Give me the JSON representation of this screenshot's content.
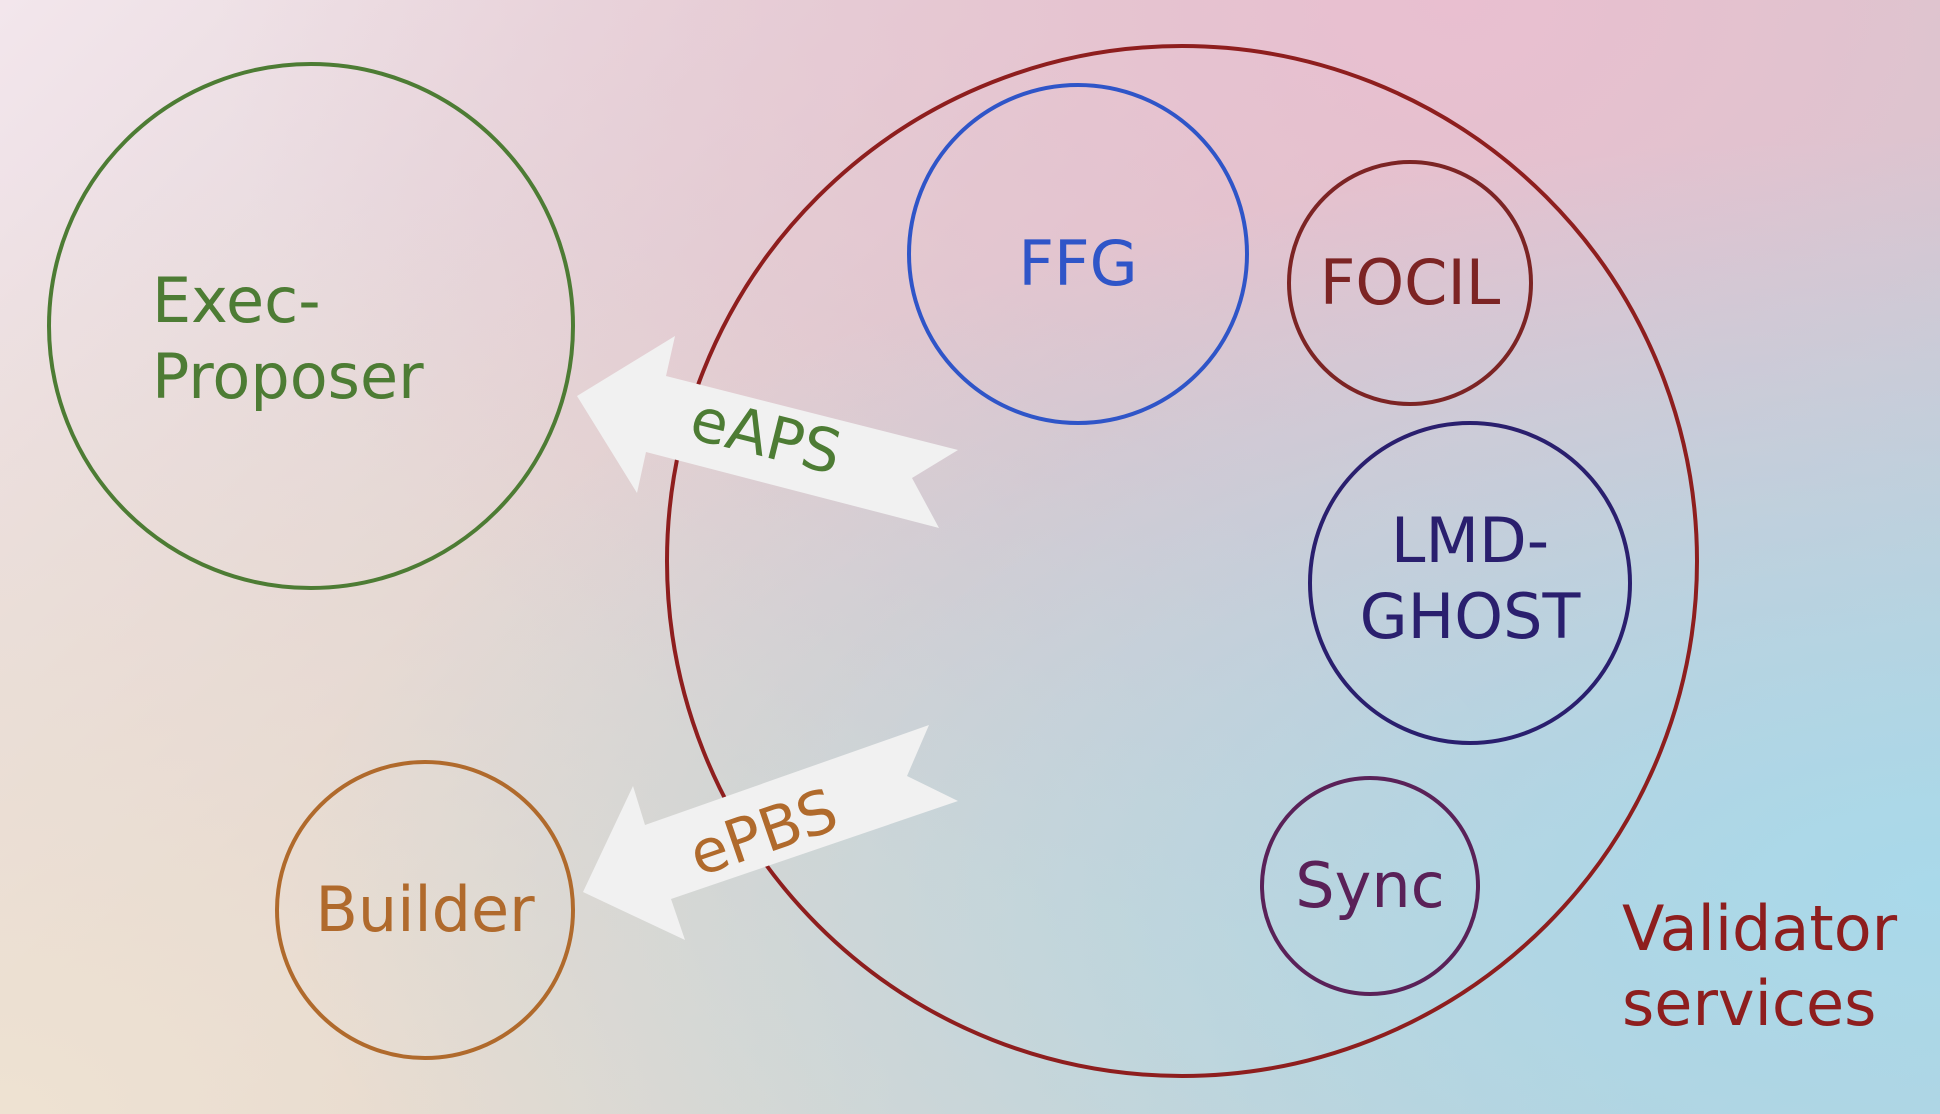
{
  "colors": {
    "bg_top_left": "#f3e6ec",
    "bg_top_right": "#e9bfd0",
    "bg_bottom_left": "#eee2d2",
    "bg_bottom_right": "#a9d9ea",
    "exec_proposer": "#4d7c34",
    "builder": "#b06a2c",
    "validator": "#8e1e1e",
    "ffg": "#2f55c8",
    "focil": "#7c2424",
    "lmd_ghost": "#2a1f6e",
    "sync": "#5a2158",
    "arrow_fill": "#f1f1f1"
  },
  "nodes": {
    "exec_proposer": {
      "line1": "Exec-",
      "line2": "Proposer",
      "icon": "circle"
    },
    "builder": {
      "label": "Builder",
      "icon": "circle"
    },
    "validator": {
      "line1": "Validator",
      "line2": "services",
      "icon": "circle"
    },
    "ffg": {
      "label": "FFG",
      "icon": "circle"
    },
    "focil": {
      "label": "FOCIL",
      "icon": "circle"
    },
    "lmd_ghost": {
      "line1": "LMD-",
      "line2": "GHOST",
      "icon": "circle"
    },
    "sync": {
      "label": "Sync",
      "icon": "circle"
    }
  },
  "arrows": {
    "eaps": {
      "label": "eAPS",
      "icon": "arrow-left"
    },
    "epbs": {
      "label": "ePBS",
      "icon": "arrow-left"
    }
  }
}
